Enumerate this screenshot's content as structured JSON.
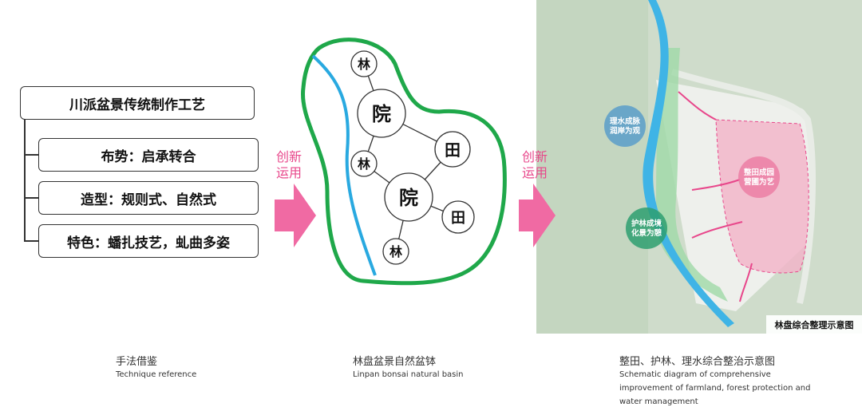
{
  "left": {
    "title": "川派盆景传统制作工艺",
    "items": [
      "布势：启承转合",
      "造型：规则式、自然式",
      "特色：蟠扎技艺，虬曲多姿"
    ],
    "caption_cn": "手法借鉴",
    "caption_en": "Technique reference"
  },
  "arrow1": {
    "line1": "创新",
    "line2": "运用"
  },
  "middle": {
    "nodes": [
      "林",
      "院",
      "林",
      "田",
      "院",
      "田",
      "林"
    ],
    "caption_cn": "林盘盆景自然盆钵",
    "caption_en": "Linpan bonsai natural basin"
  },
  "arrow2": {
    "line1": "创新",
    "line2": "运用"
  },
  "map": {
    "label_water": [
      "理水成脉",
      "润岸为观"
    ],
    "label_field": [
      "整田成园",
      "营圃为艺"
    ],
    "label_forest": [
      "护林成境",
      "化景为憩"
    ],
    "badge": "林盘综合整理示意图",
    "caption_cn": "整田、护林、理水综合整治示意图",
    "caption_en": [
      "Schematic diagram of comprehensive",
      "improvement of farmland, forest protection and",
      "water management"
    ]
  },
  "colors": {
    "accent": "#e8478b",
    "green": "#1fa84a",
    "river": "#29a9e0"
  }
}
